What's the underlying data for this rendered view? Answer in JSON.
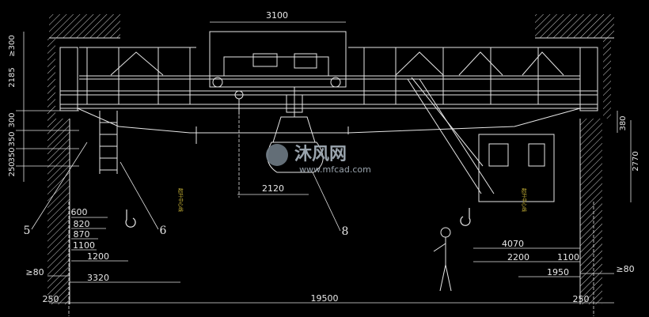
{
  "dimensions": {
    "trolley_gauge": "3100",
    "clearance_top_left": "≥300",
    "height_left_1": "2185",
    "stack_left_a": "300",
    "stack_left_b": "350",
    "stack_left_c": "350",
    "stack_left_d": "250",
    "grab_offset": "2120",
    "left_600": "600",
    "left_820": "820",
    "left_870": "870",
    "left_1100": "1100",
    "left_1200": "1200",
    "left_clear": "≥80",
    "left_3320": "3320",
    "left_250": "250",
    "span_total": "19500",
    "right_250": "250",
    "right_4070": "4070",
    "right_2200": "2200",
    "right_1100": "1100",
    "right_1950": "1950",
    "right_clear": "≥80",
    "right_380": "380",
    "right_2770": "2770"
  },
  "callouts": {
    "c5": "5",
    "c6": "6",
    "c8": "8"
  },
  "watermark": {
    "brand": "沐风网",
    "url": "www.mfcad.com"
  },
  "vertical_labels": {
    "left": "起升中心线",
    "right": "起升中心线"
  }
}
